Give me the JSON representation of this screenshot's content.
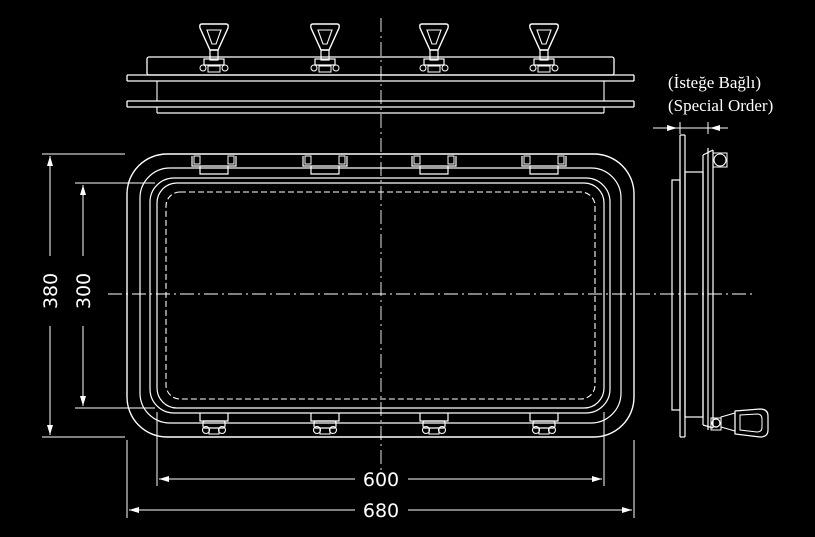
{
  "drawing": {
    "note_line1": "(İsteğe Bağlı)",
    "note_line2": "(Special Order)",
    "dimensions": {
      "outer_width": "680",
      "inner_width": "600",
      "outer_height": "380",
      "inner_height": "300"
    },
    "line_color": "#ffffff",
    "background_color": "#000000"
  }
}
